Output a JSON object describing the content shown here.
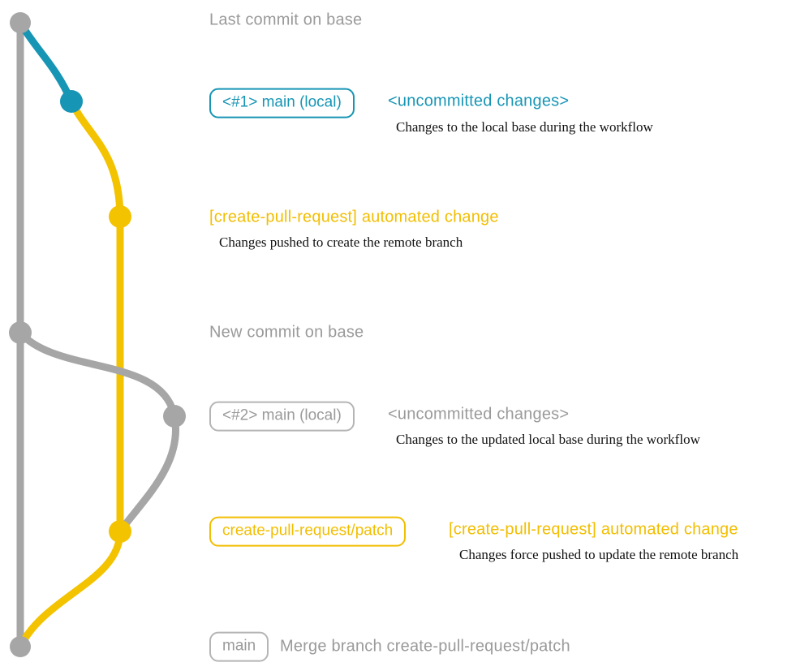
{
  "colors": {
    "gray": "#a6a6a6",
    "teal": "#1795b5",
    "yellow": "#f3c300",
    "text_gray": "#9a9a9a",
    "desc_black": "#111111"
  },
  "graph": {
    "base_branch_label": "base",
    "commits": [
      {
        "id": "last-commit-on-base",
        "color_key": "gray"
      },
      {
        "id": "local-main-1",
        "color_key": "teal"
      },
      {
        "id": "create-pull-request-commit-1",
        "color_key": "yellow"
      },
      {
        "id": "new-commit-on-base",
        "color_key": "gray"
      },
      {
        "id": "local-main-2",
        "color_key": "gray"
      },
      {
        "id": "create-pull-request-commit-2",
        "color_key": "yellow"
      },
      {
        "id": "merge-commit",
        "color_key": "gray"
      }
    ]
  },
  "rows": {
    "last_commit": {
      "label": "Last commit on base"
    },
    "row1": {
      "badge": "<#1> main (local)",
      "tag": "<uncommitted changes>",
      "desc": "Changes to the local base during the workflow"
    },
    "row2": {
      "label": "[create-pull-request] automated change",
      "desc": "Changes pushed to create the remote branch"
    },
    "new_commit": {
      "label": "New commit on base"
    },
    "row3": {
      "badge": "<#2> main (local)",
      "tag": "<uncommitted changes>",
      "desc": "Changes to the updated local base during the workflow"
    },
    "row4": {
      "badge": "create-pull-request/patch",
      "label": "[create-pull-request] automated change",
      "desc": "Changes force pushed to update the remote branch"
    },
    "row5": {
      "badge": "main",
      "label": "Merge branch create-pull-request/patch"
    }
  }
}
